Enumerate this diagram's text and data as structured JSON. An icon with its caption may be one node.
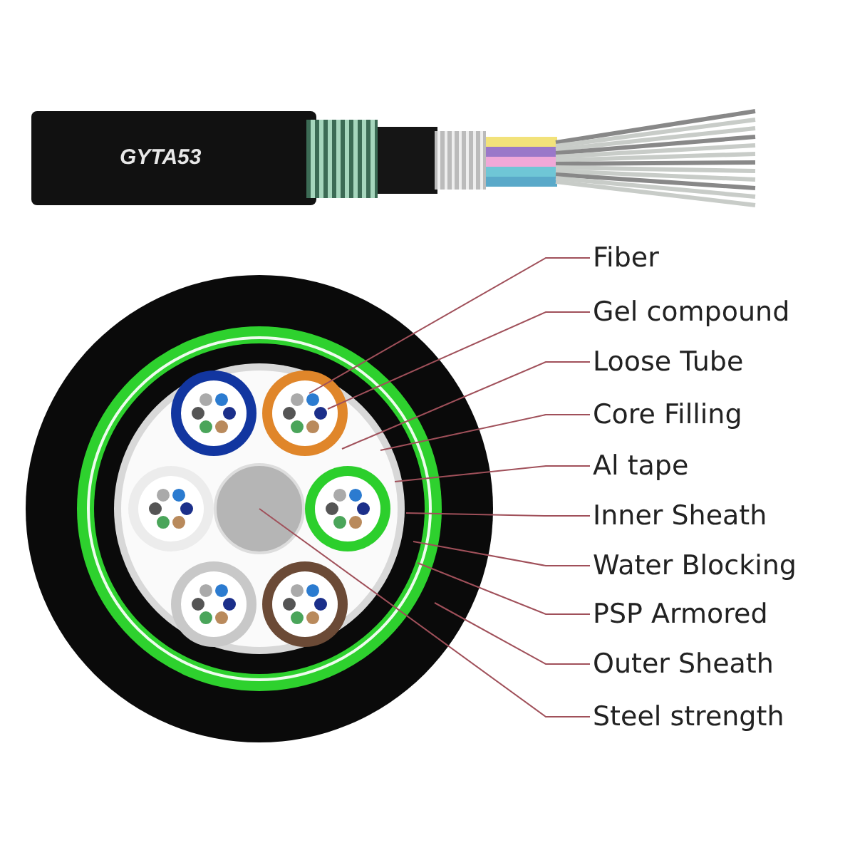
{
  "diagram": {
    "nodes": [
      {
        "text": [
          "Fiber"
        ]
      },
      {
        "text": [
          "Gel compound"
        ]
      },
      {
        "text": [
          "Loose Tube"
        ]
      },
      {
        "text": [
          "Core Filling"
        ]
      },
      {
        "text": [
          "Al tape"
        ]
      },
      {
        "text": [
          "Inner Sheath"
        ]
      },
      {
        "text": [
          "Water Blocking"
        ]
      },
      {
        "text": [
          "PSP Armored"
        ]
      },
      {
        "text": [
          "Outer Sheath"
        ]
      },
      {
        "text": [
          "Steel strength"
        ]
      }
    ],
    "edges": [
      {
        "from": 0,
        "to": null,
        "arrow": "none"
      },
      {
        "from": 1,
        "to": null,
        "arrow": "none"
      },
      {
        "from": 2,
        "to": null,
        "arrow": "none"
      },
      {
        "from": 3,
        "to": null,
        "arrow": "none"
      },
      {
        "from": 4,
        "to": null,
        "arrow": "none"
      },
      {
        "from": 5,
        "to": null,
        "arrow": "none"
      },
      {
        "from": 6,
        "to": null,
        "arrow": "none"
      },
      {
        "from": 7,
        "to": null,
        "arrow": "none"
      },
      {
        "from": 8,
        "to": null,
        "arrow": "none"
      },
      {
        "from": 9,
        "to": null,
        "arrow": "none"
      }
    ],
    "labels": [
      "GYTA53"
    ]
  }
}
